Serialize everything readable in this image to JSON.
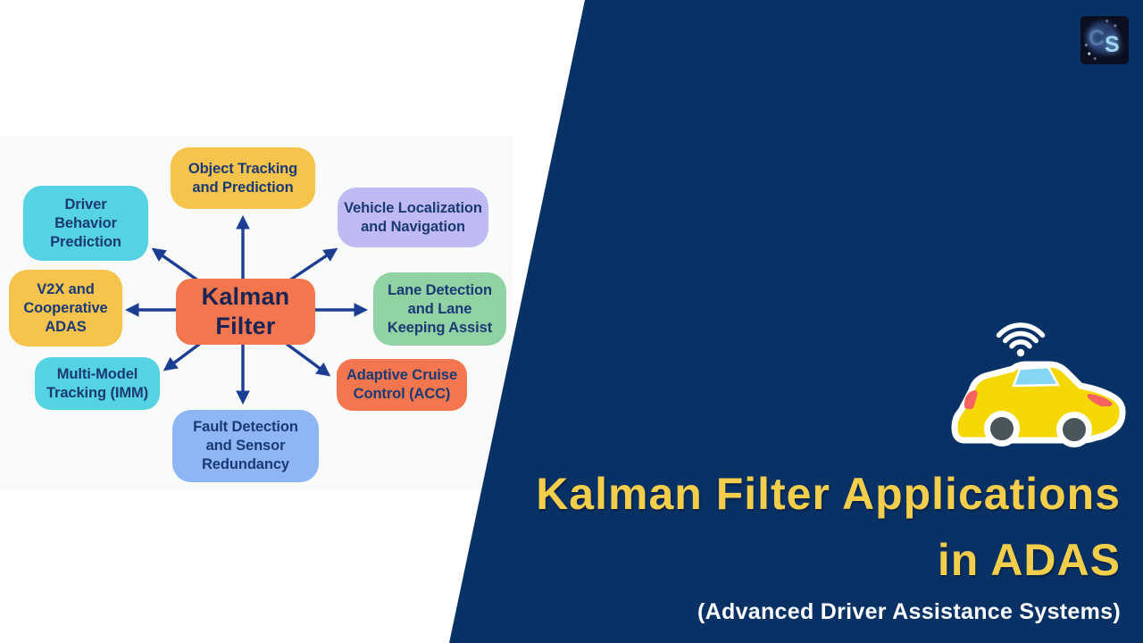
{
  "palette": {
    "navy_bg": "#083165",
    "diagram_bg": "#F9FAFA",
    "arrow_blue": "#1C3D94",
    "node_text": "#1B3A74",
    "center_node_text": "#182453",
    "title_yellow": "#F3CE4C",
    "subtitle_white": "#FFFFFF",
    "car_yellow": "#F4D703",
    "car_window_blue": "#85D6F2",
    "car_light_red": "#F5625F",
    "car_wheel_gray": "#4A555C",
    "icon_white": "#FFFFFF",
    "logo_bg": "#0B0F21",
    "logo_c_blue": "#55779F",
    "logo_s_blue": "#A6D6F2"
  },
  "logo": {
    "letter_c": "C",
    "letter_s": "S"
  },
  "diagram": {
    "center": {
      "label": "Kalman\nFilter",
      "color": "#F4764F"
    },
    "nodes": [
      {
        "label": "Object Tracking\nand Prediction",
        "color": "#F6C44C"
      },
      {
        "label": "Vehicle Localization\nand Navigation",
        "color": "#BFBAF4"
      },
      {
        "label": "Lane Detection\nand Lane\nKeeping Assist",
        "color": "#90D2A4"
      },
      {
        "label": "Adaptive Cruise\nControl (ACC)",
        "color": "#F4764F"
      },
      {
        "label": "Fault Detection\nand Sensor\nRedundancy",
        "color": "#8EB6F5"
      },
      {
        "label": "Multi-Model\nTracking (IMM)",
        "color": "#55D3E2"
      },
      {
        "label": "V2X and\nCooperative\nADAS",
        "color": "#F6C44C"
      },
      {
        "label": "Driver\nBehavior\nPrediction",
        "color": "#55D3E2"
      }
    ]
  },
  "title_panel": {
    "title_line1": "Kalman Filter Applications",
    "title_line2": "in ADAS",
    "subtitle": "(Advanced Driver Assistance Systems)"
  },
  "icons": {
    "wifi": "wifi-signal-icon",
    "car": "smart-car-icon"
  }
}
